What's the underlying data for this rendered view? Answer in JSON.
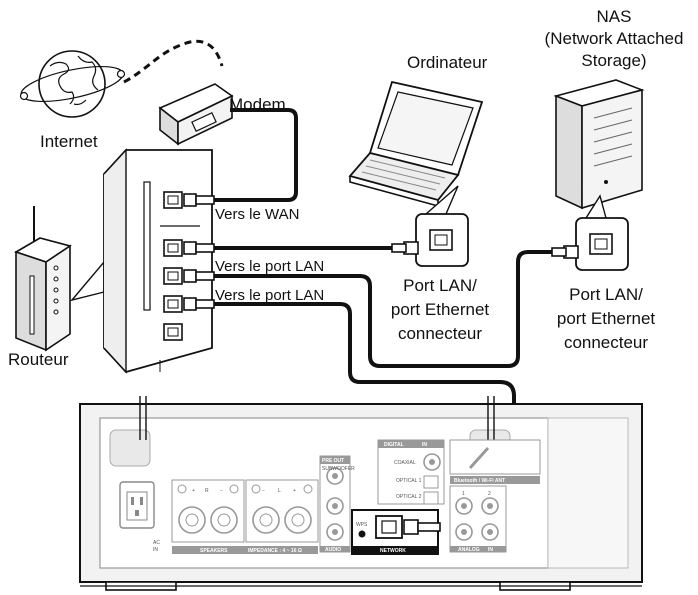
{
  "labels": {
    "internet": "Internet",
    "modem": "Modem",
    "router": "Routeur",
    "computer": "Ordinateur",
    "nas_line1": "NAS",
    "nas_line2": "(Network Attached",
    "nas_line3": "Storage)",
    "to_wan": "Vers le WAN",
    "to_lan_1": "Vers le port LAN",
    "to_lan_2": "Vers le port LAN",
    "pc_port_line1": "Port LAN/",
    "pc_port_line2": "port Ethernet",
    "pc_port_line3": "connecteur",
    "nas_port_line1": "Port LAN/",
    "nas_port_line2": "port Ethernet",
    "nas_port_line3": "connecteur"
  },
  "device_panel": {
    "network": "NETWORK",
    "speakers": "SPEAKERS",
    "impedance": "IMPEDANCE : 4 ~ 16 Ω",
    "ac_in_1": "AC",
    "ac_in_2": "IN",
    "pre_out": "PRE OUT",
    "subwoofer": "SUBWOOFER",
    "audio": "AUDIO",
    "digital": "DIGITAL",
    "coaxial": "COAXIAL",
    "optical_1": "OPTICAL 1",
    "optical_2": "OPTICAL 2",
    "bluetooth": "Bluetooth / Wi-Fi ANT",
    "analog": "ANALOG",
    "analog_1": "1",
    "analog_2": "2",
    "wps": "WPS",
    "in": "IN",
    "ch_r": "R",
    "ch_l": "L",
    "plus": "+",
    "minus": "−"
  },
  "colors": {
    "line": "#111111",
    "device_fill": "#f2f2f2",
    "panel_fill": "#d9d9d9"
  }
}
